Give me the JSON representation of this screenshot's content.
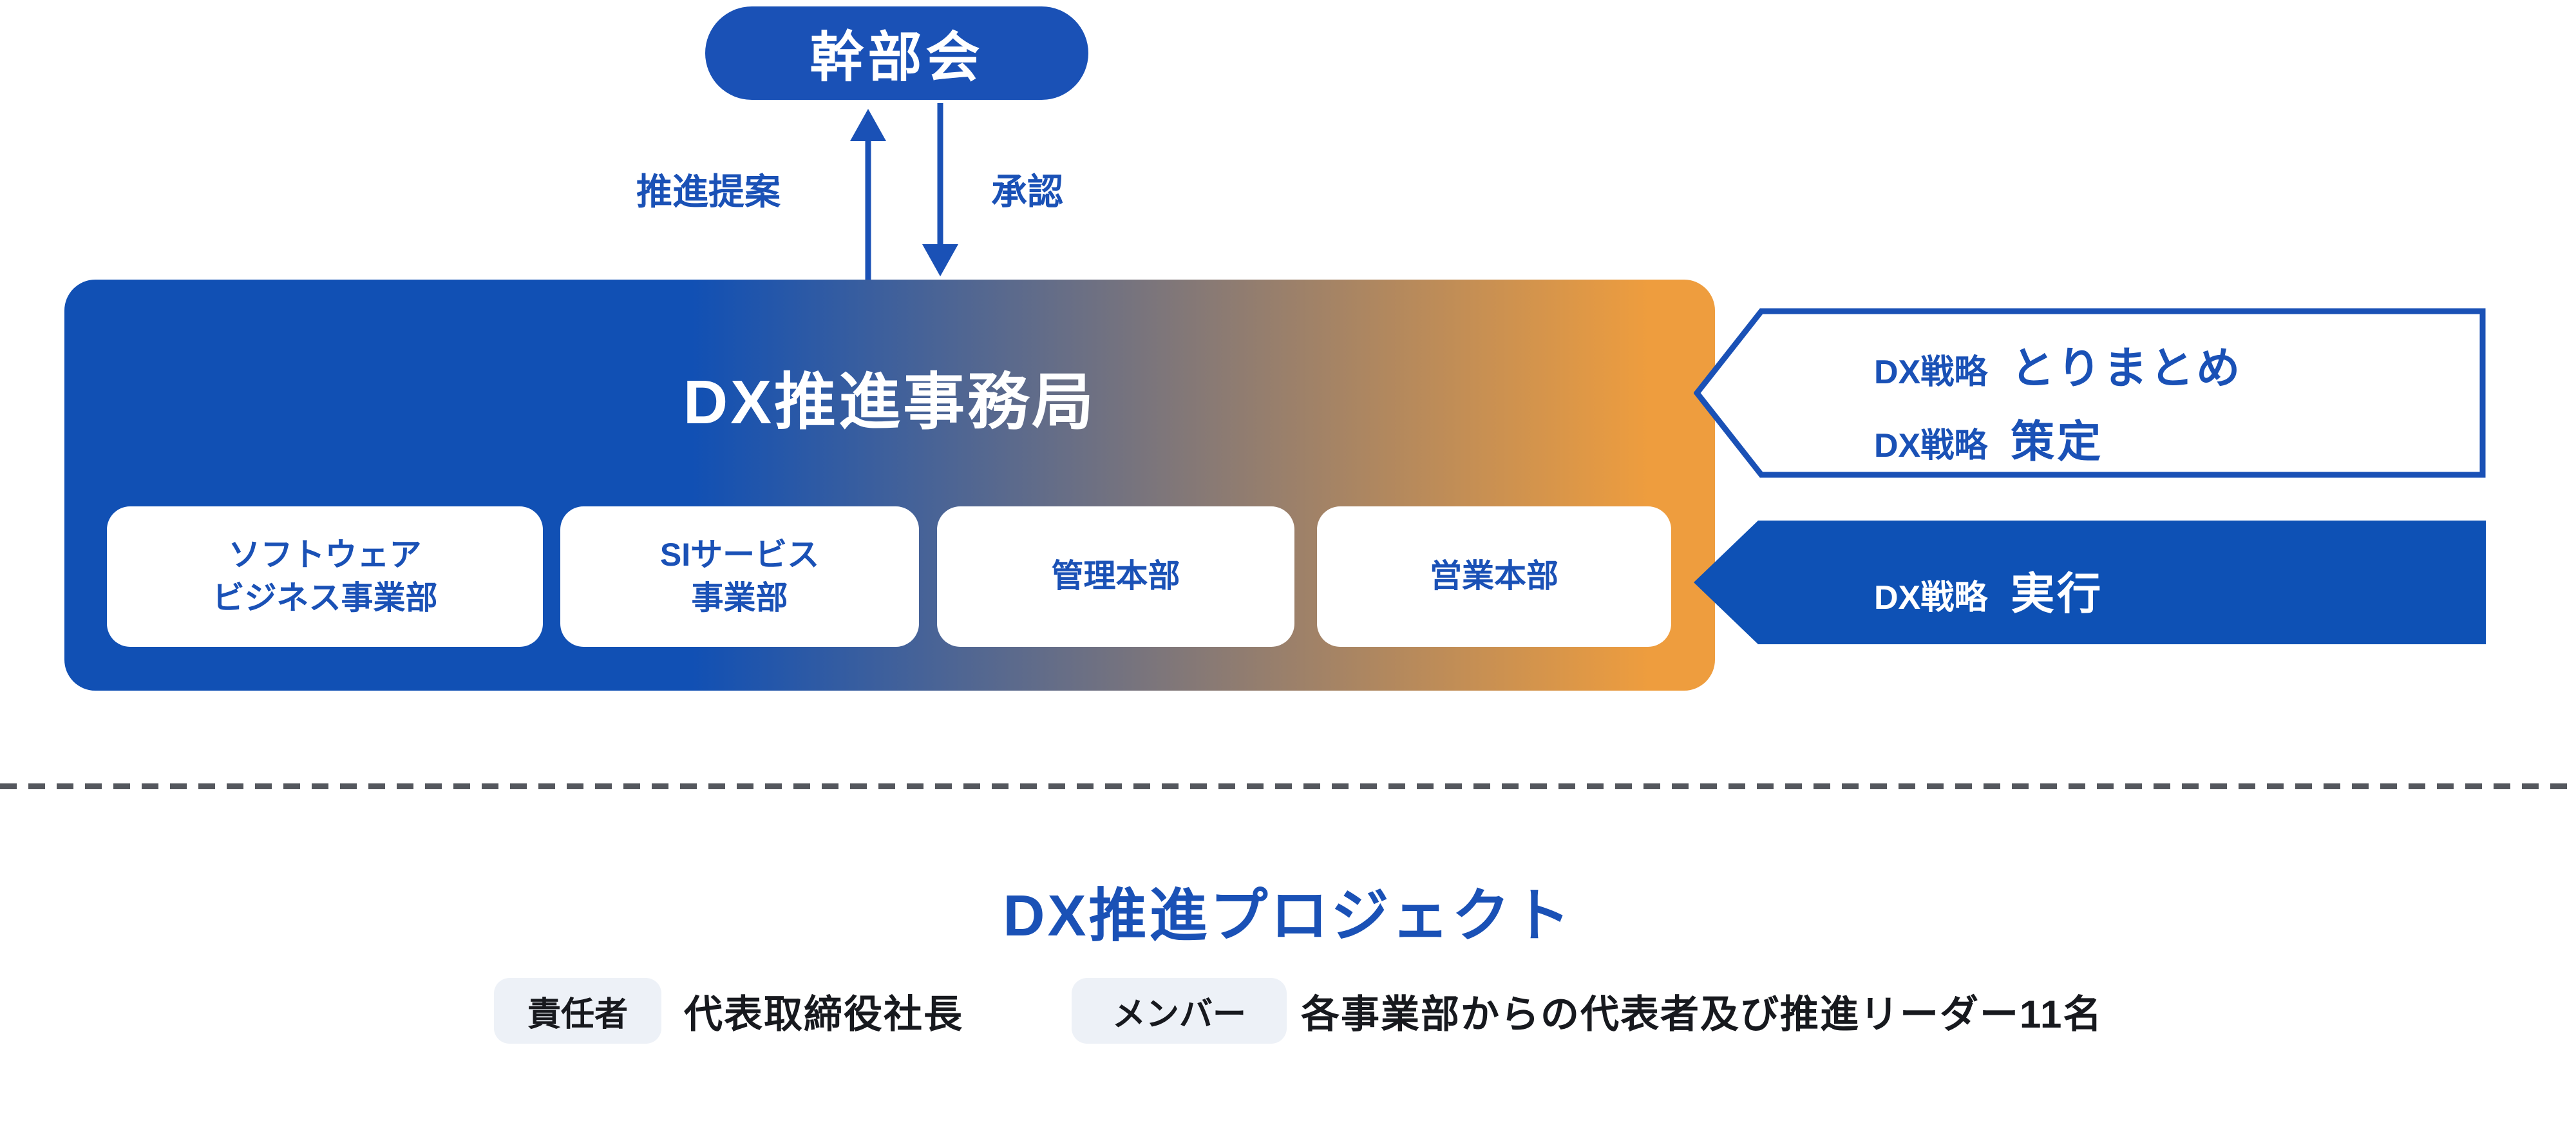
{
  "colors": {
    "primary_blue": "#1A51B6",
    "gradient_blue": "#1150B4",
    "gradient_orange": "#EE9D3E",
    "callout_solid_blue": "#0E51B5",
    "text_dark": "#17191E",
    "badge_bg": "#EDF1F7",
    "divider_gray": "#54575D",
    "white": "#FFFFFF"
  },
  "executive": {
    "label": "幹部会"
  },
  "flow": {
    "up_label": "推進提案",
    "down_label": "承認"
  },
  "office": {
    "title": "DX推進事務局",
    "departments": [
      {
        "label": "ソフトウェア\nビジネス事業部"
      },
      {
        "label": "SIサービス\n事業部"
      },
      {
        "label": "管理本部"
      },
      {
        "label": "営業本部"
      }
    ]
  },
  "callouts": {
    "strategy_summary": {
      "lines": [
        {
          "prefix": "DX戦略",
          "main": "とりまとめ"
        },
        {
          "prefix": "DX戦略",
          "main": "策定"
        }
      ]
    },
    "strategy_execution": {
      "lines": [
        {
          "prefix": "DX戦略",
          "main": "実行"
        }
      ]
    }
  },
  "project": {
    "title": "DX推進プロジェクト",
    "items": [
      {
        "badge": "責任者",
        "text": "代表取締役社長"
      },
      {
        "badge": "メンバー",
        "text": "各事業部からの代表者及び推進リーダー11名"
      }
    ]
  }
}
